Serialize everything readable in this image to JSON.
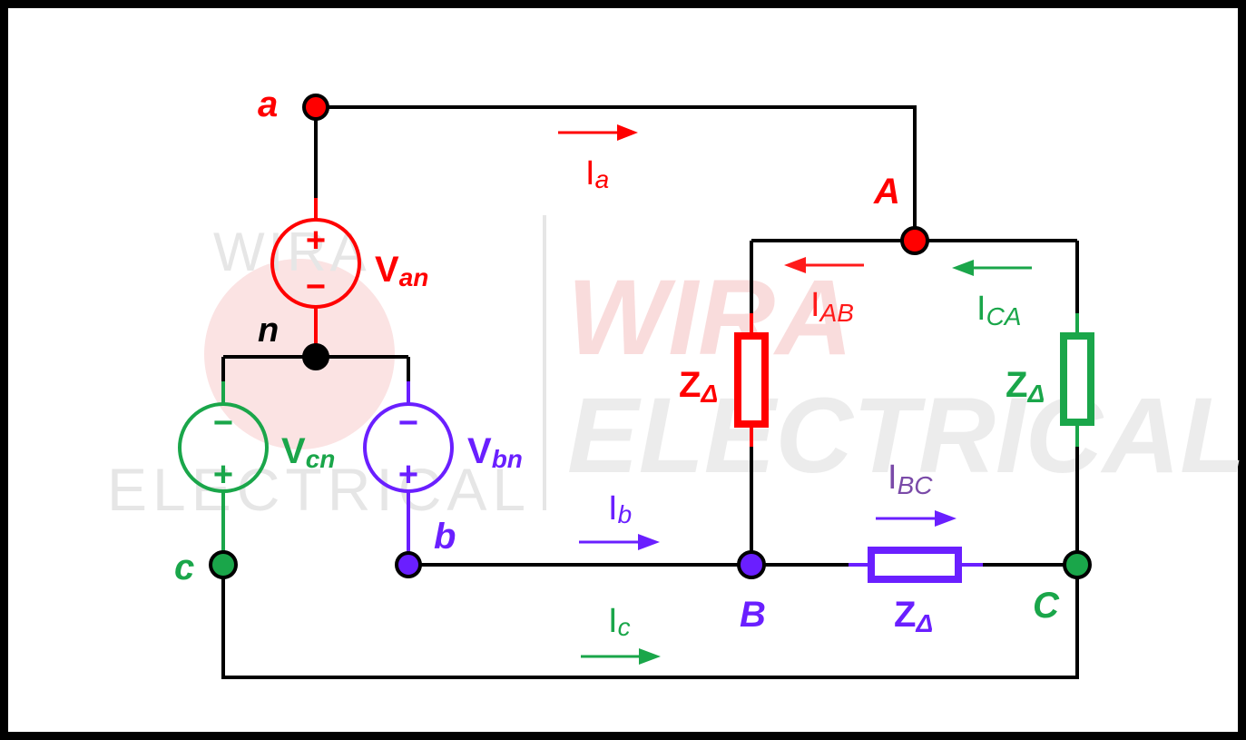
{
  "colors": {
    "phase_a": "#ff0000",
    "phase_b": "#6a1fff",
    "phase_c": "#1aa64a",
    "wire": "#000000",
    "current_ab": "#ff1a1a",
    "current_bc_label": "#7a4aa8",
    "watermark": "#e9e9e9",
    "watermark_red": "#f9dede"
  },
  "nodes": {
    "a": "a",
    "b": "b",
    "c": "c",
    "n": "n",
    "A": "A",
    "B": "B",
    "C": "C"
  },
  "sources": {
    "van": {
      "main": "V",
      "sub": "an",
      "top_sign": "+",
      "bottom_sign": "−"
    },
    "vbn": {
      "main": "V",
      "sub": "bn",
      "top_sign": "−",
      "bottom_sign": "+"
    },
    "vcn": {
      "main": "V",
      "sub": "cn",
      "top_sign": "−",
      "bottom_sign": "+"
    }
  },
  "impedances": {
    "z_ab": {
      "main": "Z",
      "sub": "Δ"
    },
    "z_ca": {
      "main": "Z",
      "sub": "Δ"
    },
    "z_bc": {
      "main": "Z",
      "sub": "Δ"
    }
  },
  "currents": {
    "ia": {
      "main": "I",
      "sub": "a"
    },
    "ib": {
      "main": "I",
      "sub": "b"
    },
    "ic": {
      "main": "I",
      "sub": "c"
    },
    "iab": {
      "main": "I",
      "sub": "AB"
    },
    "ica": {
      "main": "I",
      "sub": "CA"
    },
    "ibc": {
      "main": "I",
      "sub": "BC"
    }
  },
  "watermark": {
    "word1": "WIRA",
    "word2": "ELECTRICAL"
  }
}
